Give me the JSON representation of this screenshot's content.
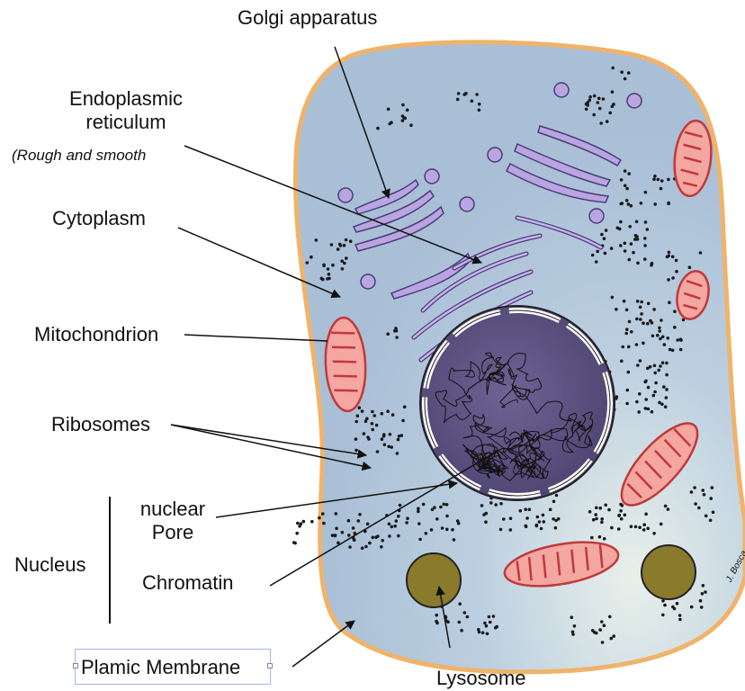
{
  "labels": {
    "golgi": "Golgi apparatus",
    "er_line1": "Endoplasmic",
    "er_line2": "reticulum",
    "er_sub": "(Rough and smooth",
    "cytoplasm": "Cytoplasm",
    "mitochondrion": "Mitochondrion",
    "ribosomes": "Ribosomes",
    "nuclear_pore_line1": "nuclear",
    "nuclear_pore_line2": "Pore",
    "nucleus": "Nucleus",
    "chromatin": "Chromatin",
    "plasma_membrane": "Plamic Membrane",
    "lysosome": "Lysosome"
  },
  "signature": "J. Bosca",
  "colors": {
    "cytoplasm_fill": "#b4c8dc",
    "membrane": "#f0b36a",
    "organelle_purple": "#b9a6e0",
    "mito_fill": "#f4a6a0",
    "mito_stroke": "#c0393b",
    "nucleus_fill": "#5b4f7d",
    "lysosome_fill": "#8a7a2c"
  }
}
